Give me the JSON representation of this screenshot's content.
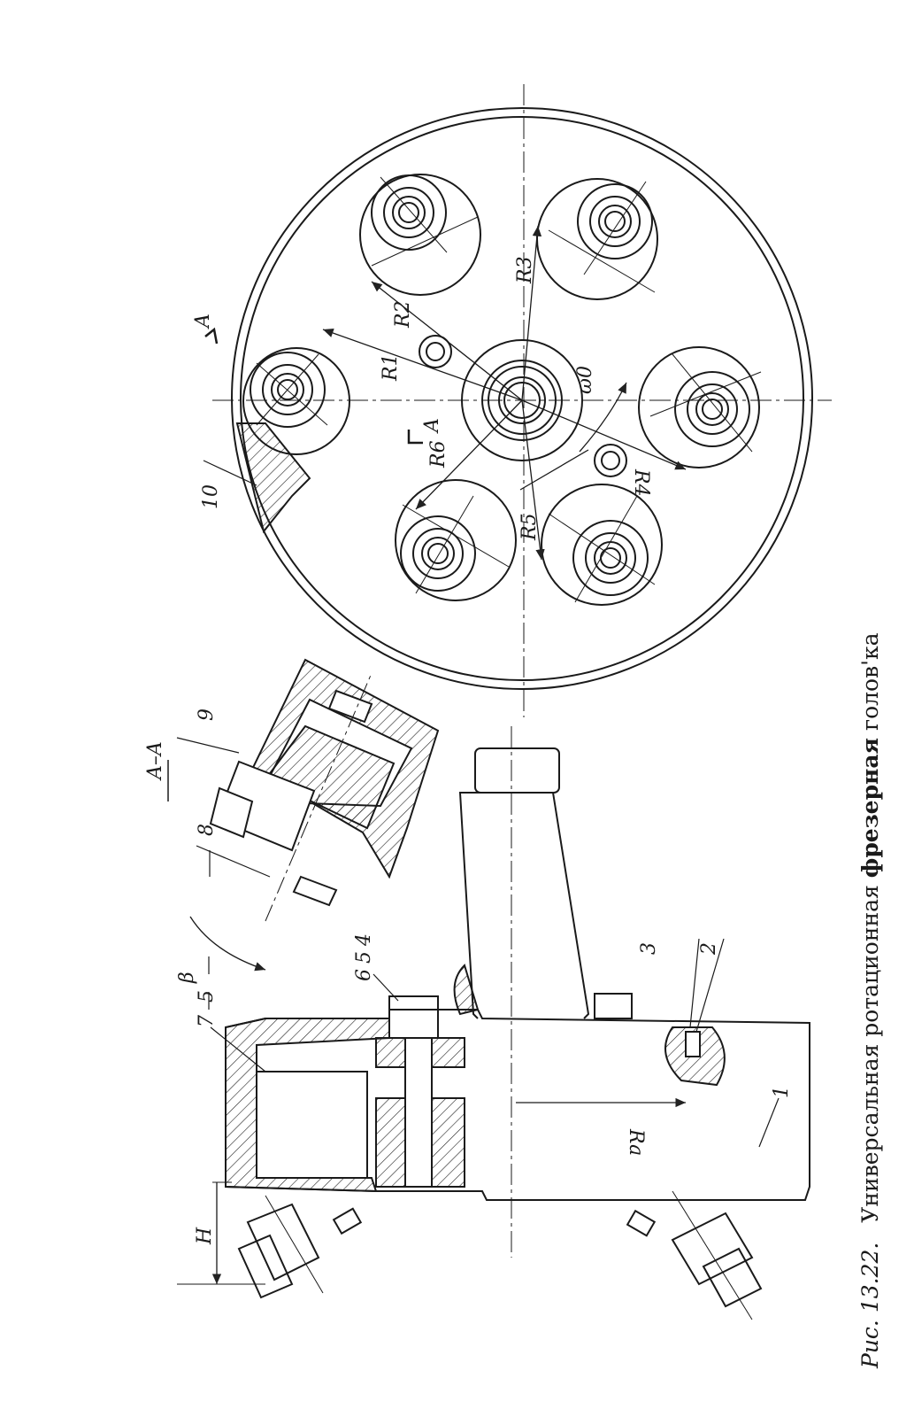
{
  "caption": {
    "number": "Рис. 13.22.",
    "text_before": "Универсальная ротационная ",
    "text_bold": "фрезерная",
    "text_after": " голов'ка"
  },
  "section_title": "A–A",
  "part_numbers": {
    "p1": "1",
    "p2": "2",
    "p3": "3",
    "p4": "4",
    "p5a": "5",
    "p5b": "5",
    "p6": "6",
    "p7": "7",
    "p8": "8",
    "p9": "9",
    "p10": "10"
  },
  "dimensions": {
    "beta": "β",
    "H": "H",
    "Ra": "Ra",
    "omega": "ω0",
    "R1": "R1",
    "R2": "R2",
    "R3": "R3",
    "R4": "R4",
    "R5": "R5",
    "R6": "R6",
    "A_top": "A",
    "A_bottom": "A"
  }
}
